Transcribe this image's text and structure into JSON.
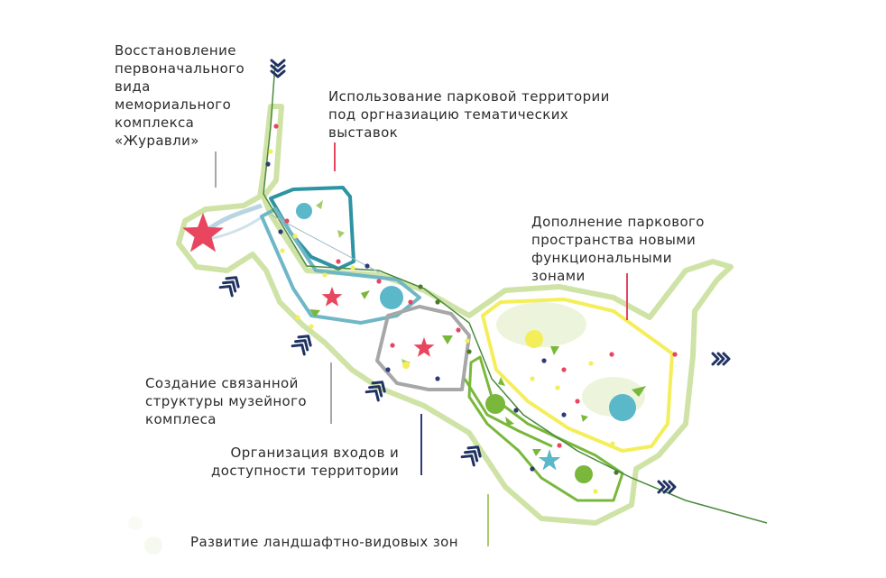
{
  "labels": {
    "restoration": "Восстановление\nпервоначального\nвида\nмемориального\nкомплекса\n«Журавли»",
    "exhibitions": "Использование  парковой территории\nпод оргназиацию тематических\nвыставок",
    "zones": "Дополнение паркового\nпространства новыми\nфункциональными\nзонами",
    "museum": "Создание связанной\nструктуры музейного\nкомплеса",
    "entrances": "Организация входов и\nдоступности территории",
    "landscape": "Развитие ландшафтно-видовых зон"
  },
  "colors": {
    "park_outline": "#cfe3a6",
    "crane_zone": "#e8455e",
    "exhibition_zone": "#2e93a3",
    "museum_zone": "#6fb7c7",
    "museum_core": "#a7a7a7",
    "functional_zone": "#f4ee5a",
    "landscape_zone": "#79b83b",
    "entrance_arrow": "#1f3262",
    "path_line": "#4a8a3c"
  },
  "icons": {
    "entrance": "double-chevron-icon",
    "landmark": "star-icon"
  }
}
